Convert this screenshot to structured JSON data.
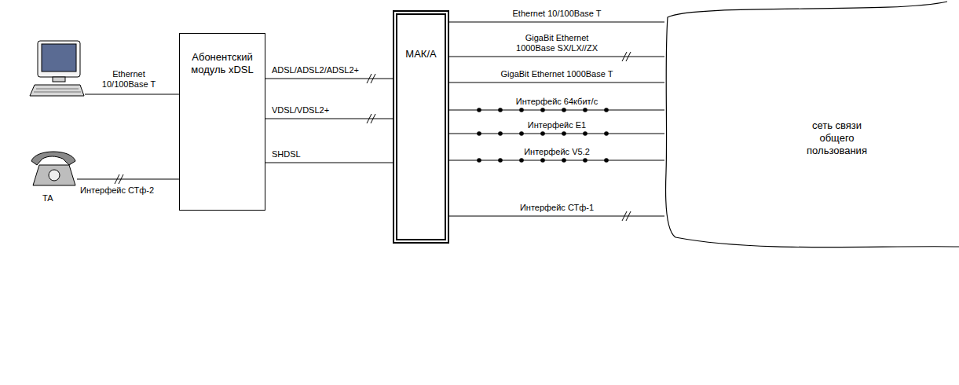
{
  "diagram": {
    "nodes": [
      {
        "text": [
          "Абонентский модуль xDSL"
        ]
      },
      {
        "text": [
          "МАК/А"
        ]
      },
      {
        "text": [
          "сеть связи общего пользования"
        ]
      }
    ],
    "edges": [
      {
        "from": 0,
        "to": 1,
        "arrow": "none",
        "label": "ADSL/ADSL2/ADSL2+"
      },
      {
        "from": 0,
        "to": 1,
        "arrow": "none",
        "label": "VDSL/VDSL2+"
      },
      {
        "from": 0,
        "to": 1,
        "arrow": "none",
        "label": "SHDSL"
      },
      {
        "from": 1,
        "to": 2,
        "arrow": "none",
        "label": "Ethernet 10/100Base T"
      },
      {
        "from": 1,
        "to": 2,
        "arrow": "none",
        "label": "GigaBit Ethernet 1000Base SX/LX//ZX"
      },
      {
        "from": 1,
        "to": 2,
        "arrow": "none",
        "label": "GigaBit Ethernet 1000Base T"
      },
      {
        "from": 1,
        "to": 2,
        "arrow": "none",
        "label": "Интерфейс 64кбит/с"
      },
      {
        "from": 1,
        "to": 2,
        "arrow": "none",
        "label": "Интерфейс E1"
      },
      {
        "from": 1,
        "to": 2,
        "arrow": "none",
        "label": "Интерфейс V5.2"
      },
      {
        "from": 1,
        "to": 2,
        "arrow": "none",
        "label": "Интерфейс СТф-1"
      }
    ],
    "labels": [
      "Ethernet 10/100Base T",
      "Интерфейс СТф-2",
      "ТА"
    ]
  }
}
